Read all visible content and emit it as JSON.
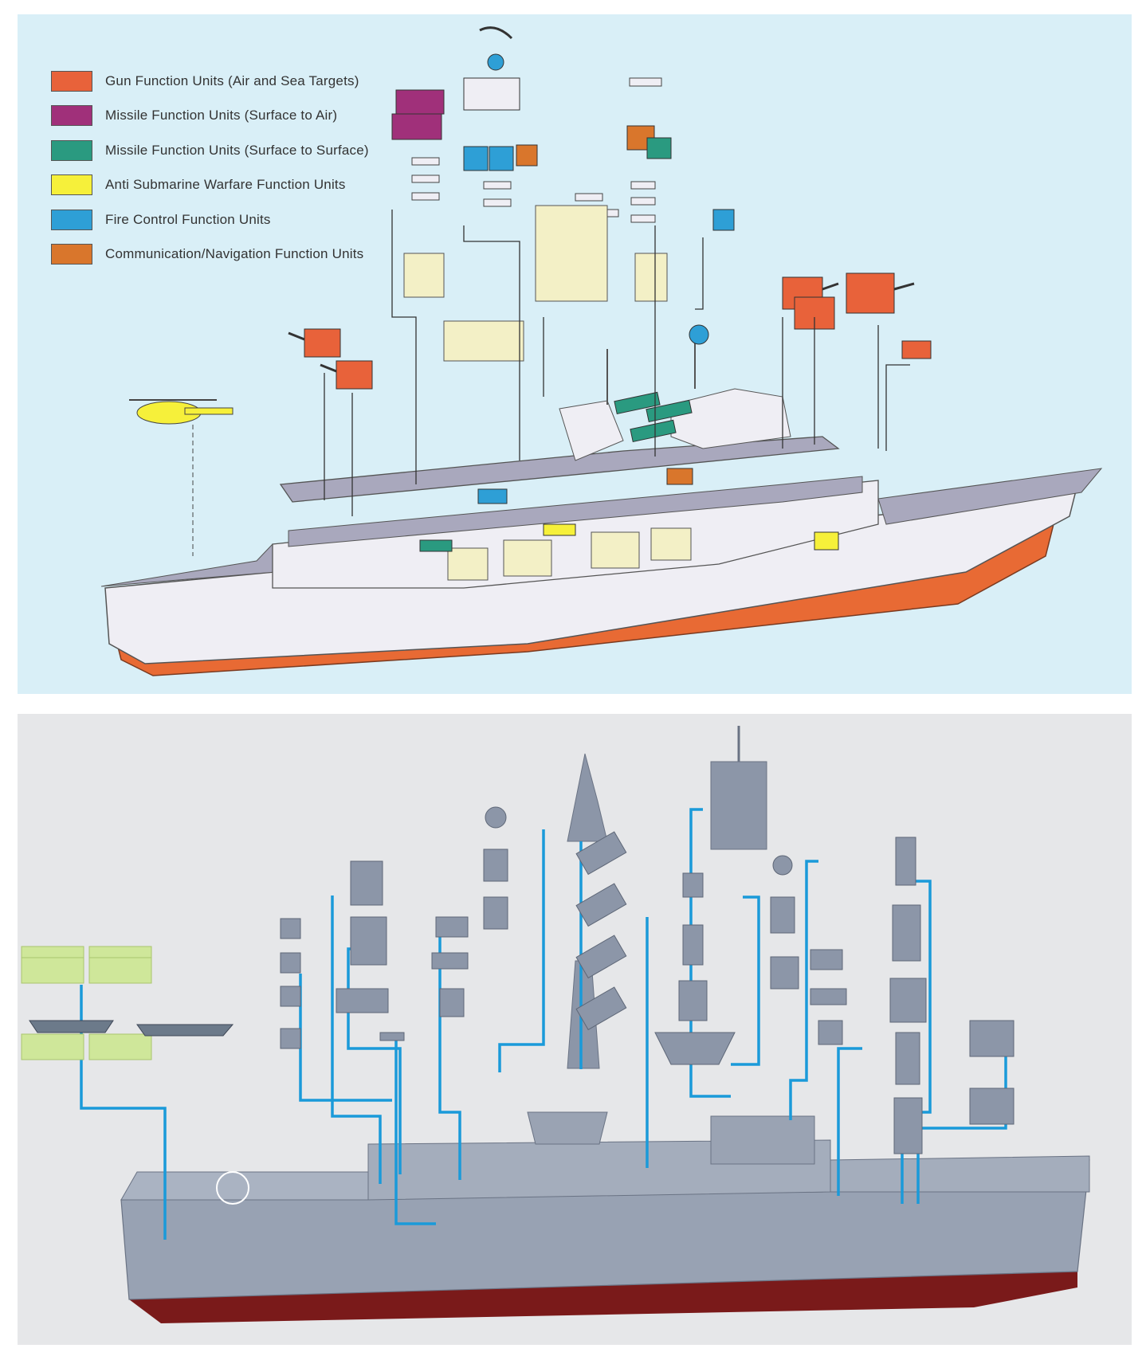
{
  "legend": [
    {
      "label": "Gun Function Units (Air and Sea Targets)",
      "color": "#e8623a"
    },
    {
      "label": "Missile Function Units (Surface to Air)",
      "color": "#a0307a"
    },
    {
      "label": "Missile Function Units (Surface to Surface)",
      "color": "#2a9a80"
    },
    {
      "label": "Anti Submarine Warfare Function Units",
      "color": "#f6f03a"
    },
    {
      "label": "Fire Control Function Units",
      "color": "#2e9fd6"
    },
    {
      "label": "Communication/Navigation Function Units",
      "color": "#d9762c"
    }
  ],
  "colors": {
    "top_background": "#d9eff7",
    "bottom_background": "#e6e7e9",
    "hull_grey": "#a9a8bd",
    "hull_white": "#efeef4",
    "hull_red": "#e86a34",
    "leader_line_blue": "#1a9ad9",
    "container_green": "#cfe79a",
    "module_grey": "#8c96a8"
  }
}
